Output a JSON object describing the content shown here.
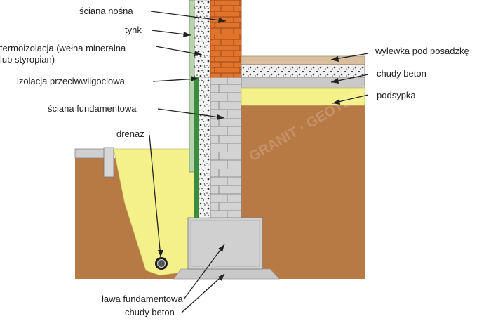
{
  "labels": {
    "sciana_nosna": "ściana nośna",
    "tynk": "tynk",
    "termoizolacja_1": "termoizolacja (wełna mineralna",
    "termoizolacja_2": "lub styropian)",
    "izolacja": "izolacja przeciwwilgociowa",
    "sciana_fundamentowa": "ściana fundamentowa",
    "drenaz": "drenaż",
    "lawa_fundamentowa": "ława fundamentowa",
    "chudy_beton_bottom": "chudy beton",
    "wylewka": "wylewka pod posadzkę",
    "chudy_beton_right": "chudy beton",
    "podsypka": "podsypka"
  },
  "colors": {
    "soil": "#b77a45",
    "sand": "#f4f18a",
    "concrete": "#d5d5d5",
    "brick": "#e0742c",
    "insulation": "#f2f2f2",
    "plaster": "#a9c9a0",
    "membrane": "#3a8c3f",
    "screed": "#d9bfa0",
    "lean_concrete": "#c9c9c9",
    "leader": "#222222"
  },
  "watermark": "GRANIT · GEOTECHNIKA · GEOLOGIA"
}
